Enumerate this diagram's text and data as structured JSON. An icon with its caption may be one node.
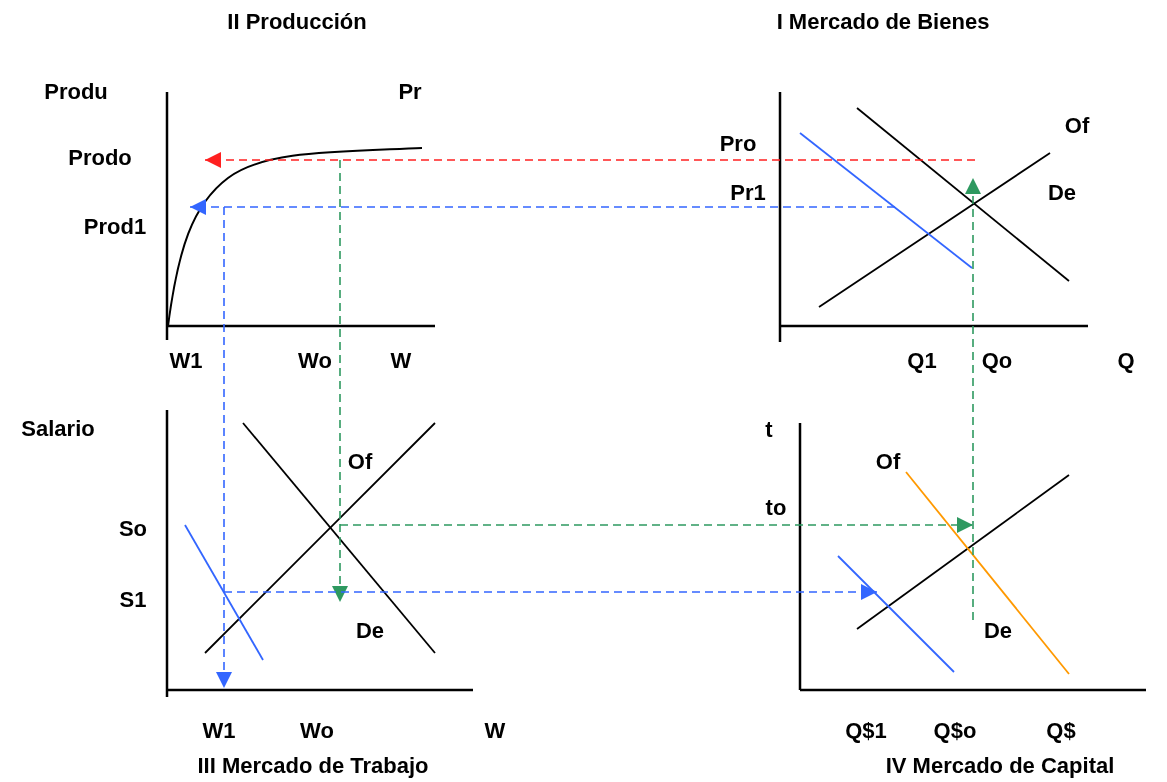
{
  "diagram": {
    "labels": [
      "II Producción",
      "I Mercado de Bienes",
      "Produ",
      "Pr",
      "Of",
      "Prodo",
      "Pro",
      "Pr1",
      "De",
      "Prod1",
      "W1",
      "Wo",
      "W",
      "Q1",
      "Qo",
      "Q",
      "Salario",
      "t",
      "Of",
      "Of",
      "So",
      "to",
      "S1",
      "De",
      "De",
      "W1",
      "Wo",
      "W",
      "Q$1",
      "Q$o",
      "Q$",
      "III Mercado de Trabajo",
      "IV Mercado de Capital"
    ]
  }
}
